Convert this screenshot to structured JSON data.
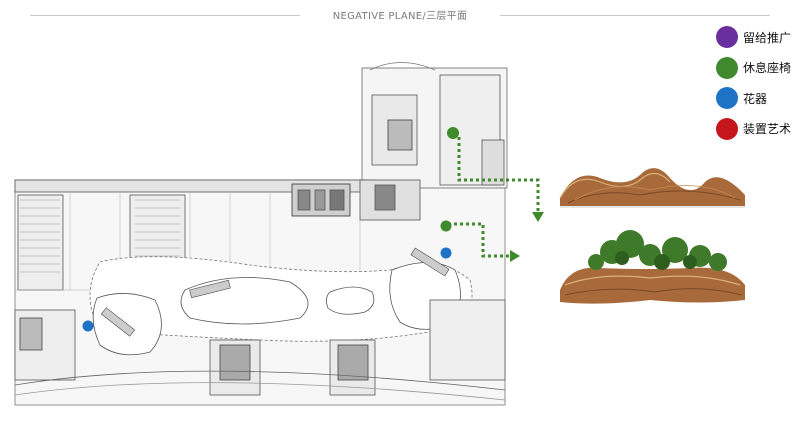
{
  "header": {
    "title": "NEGATIVE PLANE/三层平面"
  },
  "legend": {
    "items": [
      {
        "label": "留给推广",
        "color": "#6a2f9e"
      },
      {
        "label": "休息座椅",
        "color": "#3f8a2c"
      },
      {
        "label": "花器",
        "color": "#1e73c7"
      },
      {
        "label": "装置艺术",
        "color": "#c4161c"
      }
    ]
  },
  "markers": {
    "seating_color": "#3f8a2c",
    "planter_color": "#1e73c7",
    "arrow_color": "#3f8a2c"
  },
  "images": {
    "bench_photo": "wooden-wave-bench",
    "planter_photo": "wooden-planter-with-shrubs"
  }
}
